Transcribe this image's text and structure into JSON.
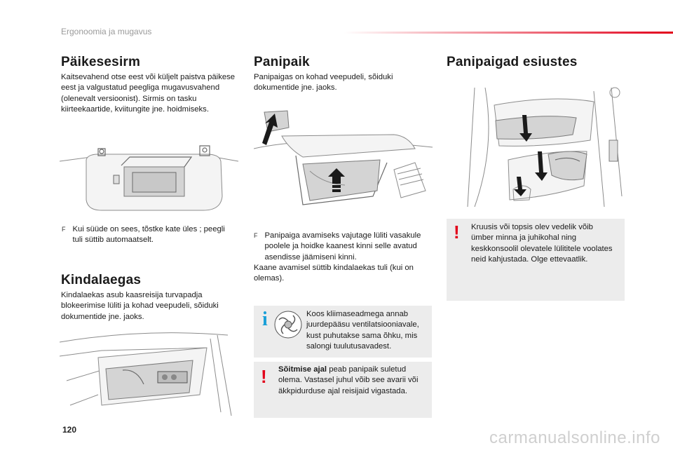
{
  "header": {
    "section_title": "Ergonoomia ja mugavus",
    "accent_color": "#e2001a"
  },
  "page_number": "120",
  "watermark": "carmanualsonline.info",
  "col1": {
    "sunvisor": {
      "title": "Päikesesirm",
      "body": "Kaitsevahend otse eest või küljelt paistva päikese eest ja valgustatud peegliga mugavusvahend (olenevalt versioonist). Sirmis on tasku kiirteekaartide, kviitungite jne. hoidmiseks.",
      "bullet_marker": "F",
      "bullet": "Kui süüde on sees, tõstke kate üles ; peegli tuli süttib automaatselt."
    },
    "glovebox": {
      "title": "Kindalaegas",
      "body": "Kindalaekas asub kaasreisija turvapadja blokeerimise lüliti ja kohad veepudeli, sõiduki dokumentide jne. jaoks."
    }
  },
  "col2": {
    "title": "Panipaik",
    "body": "Panipaigas on kohad veepudeli, sõiduki dokumentide jne. jaoks.",
    "bullet_marker": "F",
    "bullet": "Panipaiga avamiseks vajutage lüliti vasakule poolele ja hoidke kaanest kinni selle avatud asendisse jäämiseni kinni.",
    "after_bullet": "Kaane avamisel süttib kindalaekas tuli (kui on olemas).",
    "info_box": {
      "icon": "i",
      "text": "Koos kliimaseadmega annab juurdepääsu ventilatsiooniavale, kust puhutakse sama õhku, mis salongi tuulutusavadest."
    },
    "warning_box": {
      "icon": "!",
      "bold_lead": "Sõitmise ajal",
      "text": " peab panipaik suletud olema. Vastasel juhul võib see avarii või äkkpidurduse ajal reisijaid vigastada."
    }
  },
  "col3": {
    "title": "Panipaigad esiustes",
    "warning_box": {
      "icon": "!",
      "text": "Kruusis või topsis olev vedelik võib ümber minna ja juhikohal ning keskkonsoolil olevatele lülititele voolates neid kahjustada. Olge ettevaatlik."
    }
  }
}
